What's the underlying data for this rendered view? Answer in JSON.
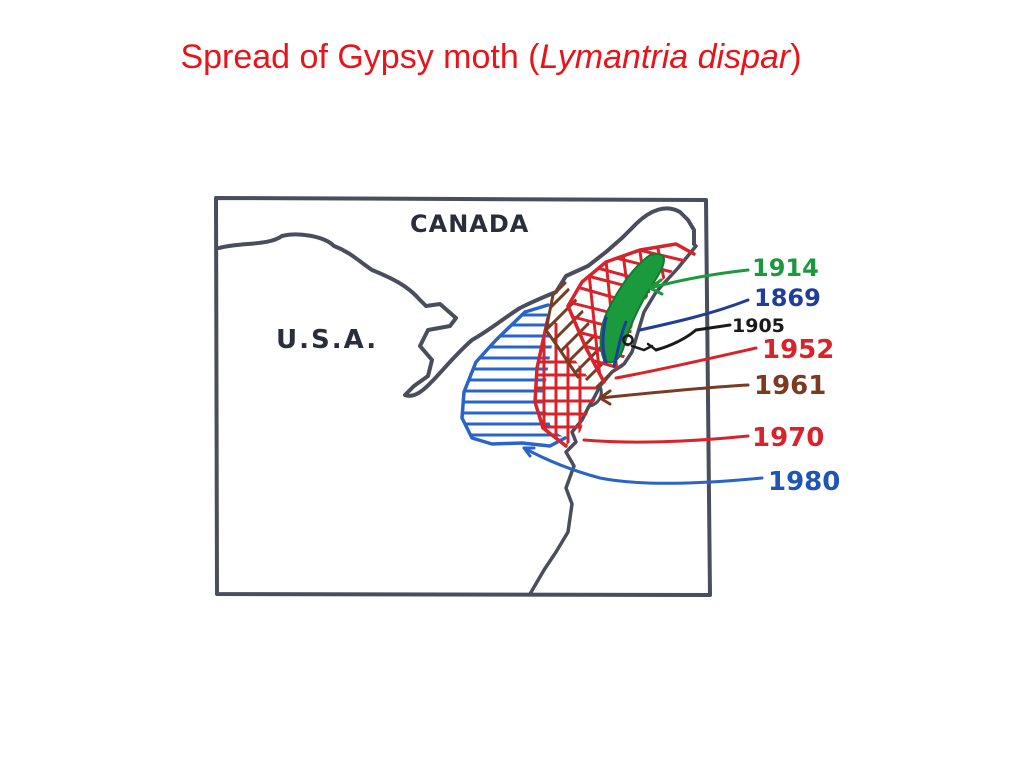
{
  "title": {
    "prefix": "Spread of Gypsy moth (",
    "species": "Lymantria dispar",
    "suffix": ")"
  },
  "map": {
    "labels": {
      "canada": "CANADA",
      "usa": "U.S.A."
    },
    "legend": [
      {
        "year": "1914",
        "color": "#1a9a3c"
      },
      {
        "year": "1869",
        "color": "#1f3e9c"
      },
      {
        "year": "1905",
        "color": "#1a1a1a"
      },
      {
        "year": "1952",
        "color": "#d9232a"
      },
      {
        "year": "1961",
        "color": "#7a3b22"
      },
      {
        "year": "1970",
        "color": "#d9232a"
      },
      {
        "year": "1980",
        "color": "#1f55b3"
      }
    ],
    "colors": {
      "outline": "#4a4d5c",
      "title": "#e8141a"
    }
  }
}
